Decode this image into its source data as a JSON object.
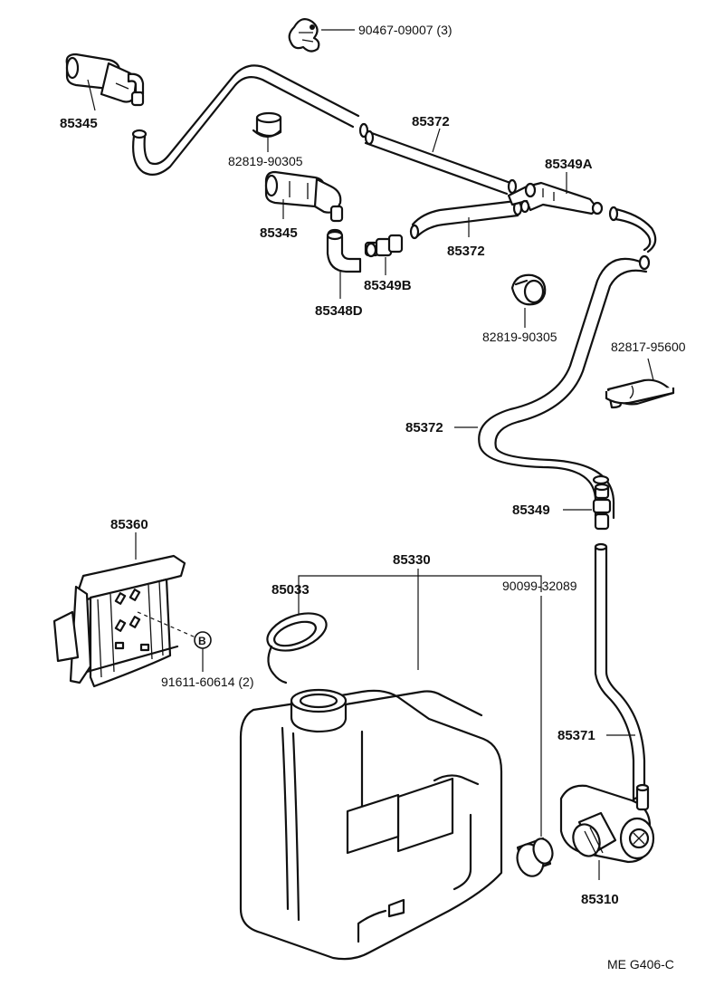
{
  "labels": {
    "p90467": "90467-09007 (3)",
    "p85345_top": "85345",
    "p85372_top": "85372",
    "p82819_top": "82819-90305",
    "p85349A": "85349A",
    "p85345_mid": "85345",
    "p85372_mid": "85372",
    "p85349B": "85349B",
    "p85348D": "85348D",
    "p82819_mid": "82819-90305",
    "p82817": "82817-95600",
    "p85372_low": "85372",
    "p85349": "85349",
    "p85360": "85360",
    "p85330": "85330",
    "p85033": "85033",
    "p90099": "90099-32089",
    "b_marker": "B",
    "p91611": "91611-60614 (2)",
    "p85371": "85371",
    "p85310": "85310",
    "code": "ME  G406-C"
  }
}
